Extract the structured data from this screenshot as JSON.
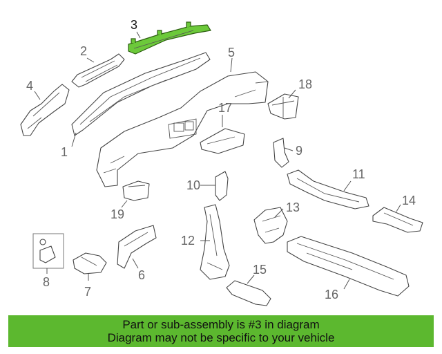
{
  "diagram": {
    "callouts": [
      "1",
      "2",
      "3",
      "4",
      "5",
      "6",
      "7",
      "8",
      "9",
      "10",
      "11",
      "12",
      "13",
      "14",
      "15",
      "16",
      "17",
      "18",
      "19"
    ],
    "highlighted_part": "3",
    "highlight_color": "#6cc93a",
    "line_color": "#444444"
  },
  "banner": {
    "line1": "Part or sub-assembly is #3 in diagram",
    "line2": "Diagram may not be specific to your vehicle",
    "background": "#5cb82f"
  }
}
